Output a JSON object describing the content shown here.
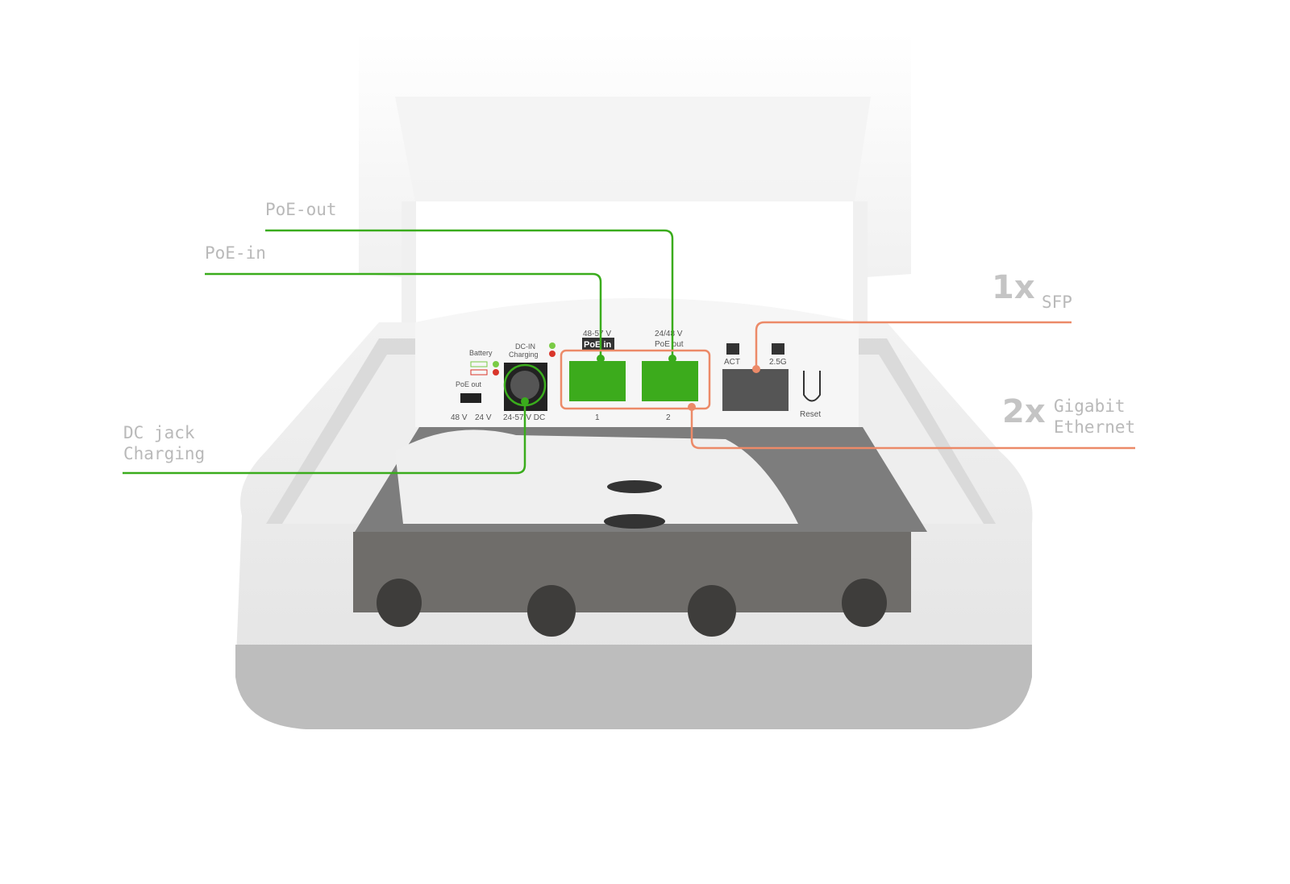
{
  "callouts": {
    "poe_out": "PoE-out",
    "poe_in": "PoE-in",
    "dc_jack": [
      "DC jack",
      "Charging"
    ],
    "sfp": {
      "count": "1x",
      "label": "SFP"
    },
    "ethernet": {
      "count": "2x",
      "label": [
        "Gigabit",
        "Ethernet"
      ]
    }
  },
  "device_labels": {
    "port1_voltage": "48-57 V",
    "port1_mode": "PoE in",
    "port2_voltage": "24/48 V",
    "port2_mode": "PoE out",
    "battery": "Battery",
    "dc_in": "DC-IN",
    "charging": "Charging",
    "poe_out_switch": "PoE out",
    "v48": "48 V",
    "v24": "24 V",
    "dc_range": "24-57 V DC",
    "port1_num": "1",
    "port2_num": "2",
    "act": "ACT",
    "speed": "2.5G",
    "reset": "Reset"
  },
  "colors": {
    "green": "#3aac1c",
    "orange": "#ec8a68",
    "label": "#b9b9b9"
  }
}
